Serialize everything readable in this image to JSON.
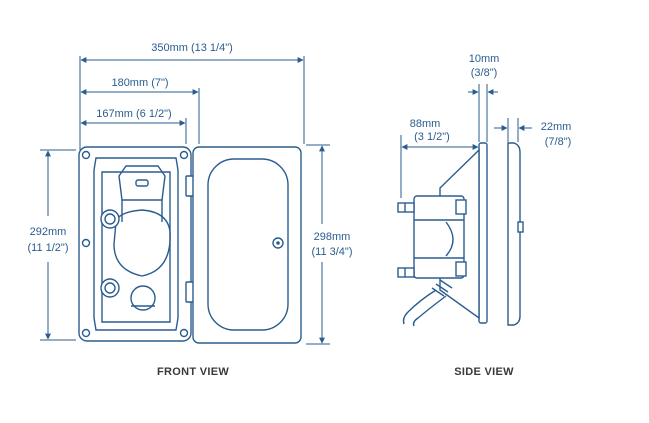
{
  "front_view": {
    "caption": "FRONT VIEW",
    "dims": {
      "overall_width": "350mm (13 1/4\")",
      "width_180": "180mm (7\")",
      "width_167": "167mm (6 1/2\")",
      "height_292_mm": "292mm",
      "height_292_in": "(11 1/2\")",
      "height_298_mm": "298mm",
      "height_298_in": "(11 3/4\")"
    }
  },
  "side_view": {
    "caption": "SIDE VIEW",
    "dims": {
      "depth_10_mm": "10mm",
      "depth_10_in": "(3/8\")",
      "depth_88_mm": "88mm",
      "depth_88_in": "(3 1/2\")",
      "depth_22_mm": "22mm",
      "depth_22_in": "(7/8\")"
    }
  },
  "colors": {
    "line": "#2a5d8f",
    "caption": "#3a3a3a",
    "background": "#ffffff"
  }
}
